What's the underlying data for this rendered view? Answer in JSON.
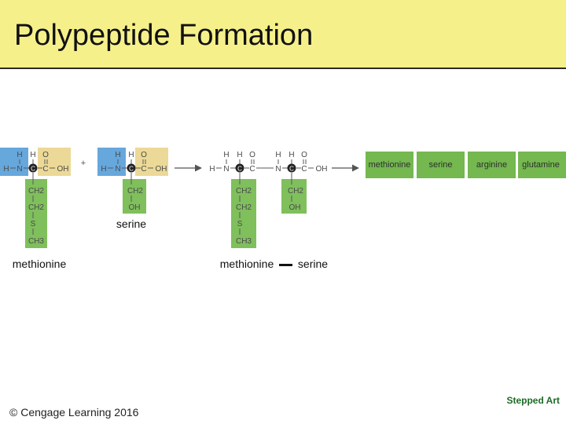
{
  "page": {
    "title": "Polypeptide Formation",
    "copyright": "© Cengage Learning 2016",
    "stepped_art": "Stepped Art"
  },
  "colors": {
    "title_bg": "#f5f08a",
    "amine_blue": "#66a7dc",
    "carboxyl_tan": "#ecd997",
    "side_chain_green": "#7fbf5c",
    "chain_box_green": "#74b84f"
  },
  "symbols": {
    "plus": "+",
    "alpha_carbon": "C"
  },
  "molecules": {
    "methionine": {
      "caption": "methionine",
      "amine": {
        "h_top": "H",
        "h_left": "H",
        "n": "N"
      },
      "alpha": {
        "h": "H"
      },
      "carboxyl": {
        "o_top": "O",
        "c": "C",
        "oh": "OH"
      },
      "side_chain": [
        "CH2",
        "CH2",
        "S",
        "CH3"
      ]
    },
    "serine": {
      "caption": "serine",
      "amine": {
        "h_top": "H",
        "h_left": "H",
        "n": "N"
      },
      "alpha": {
        "h": "H"
      },
      "carboxyl": {
        "o_top": "O",
        "c": "C",
        "oh": "OH"
      },
      "side_chain": [
        "CH2",
        "OH"
      ]
    },
    "dipeptide": {
      "caption_left": "methionine",
      "caption_right": "serine",
      "atoms": [
        "H",
        "H",
        "O",
        "H",
        "H",
        "O",
        "H",
        "N",
        "C",
        "N",
        "C",
        "OH"
      ],
      "side_chain_1": [
        "CH2",
        "CH2",
        "S",
        "CH3"
      ],
      "side_chain_2": [
        "CH2",
        "OH"
      ]
    }
  },
  "chain": [
    "methionine",
    "serine",
    "arginine",
    "glutamine"
  ]
}
